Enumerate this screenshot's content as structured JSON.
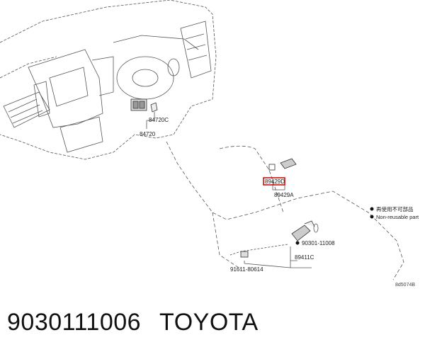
{
  "callouts": {
    "switch_a": "84720C",
    "switch_a_assy": "84720",
    "sensor_highlight": "89429D",
    "sensor_assy": "89429A",
    "bolt": "90301-11008",
    "harness_clip": "91611-80614",
    "sensor_b": "89411C"
  },
  "legend": {
    "item1": "再使用不可部品",
    "item2": "Non-reusable part"
  },
  "figure_code": "8d5074B",
  "caption": {
    "part_number": "9030111006",
    "brand": "TOYOTA"
  }
}
